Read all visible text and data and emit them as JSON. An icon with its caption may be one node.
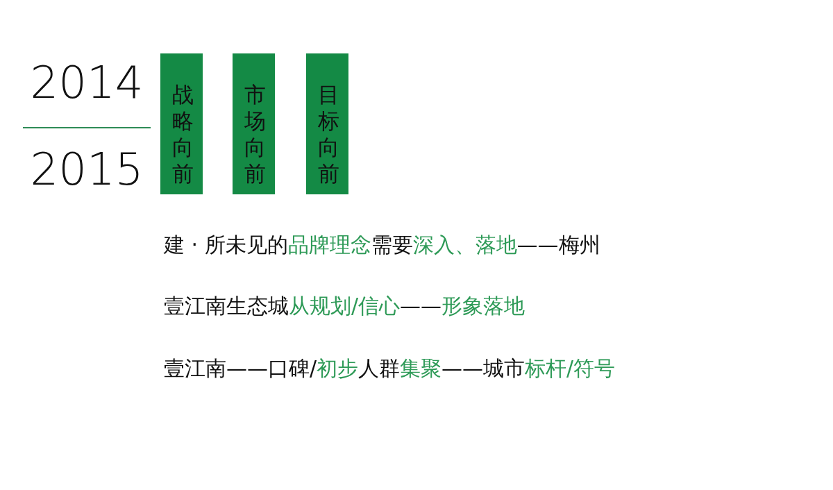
{
  "diagram": {
    "nodes": [
      {
        "text": [
          "战略向前"
        ]
      },
      {
        "text": [
          "市场向前"
        ]
      },
      {
        "text": [
          "目标向前"
        ]
      }
    ],
    "labels": [
      "2014",
      "2015",
      "建 · 所未见的**品牌理念**需要**深入、落地**——梅州",
      "壹江南生态城**从规划/信心**——**形象落地**",
      "壹江南——口碑/**初步**人群**集聚**——城市**标杆/符号**"
    ]
  }
}
